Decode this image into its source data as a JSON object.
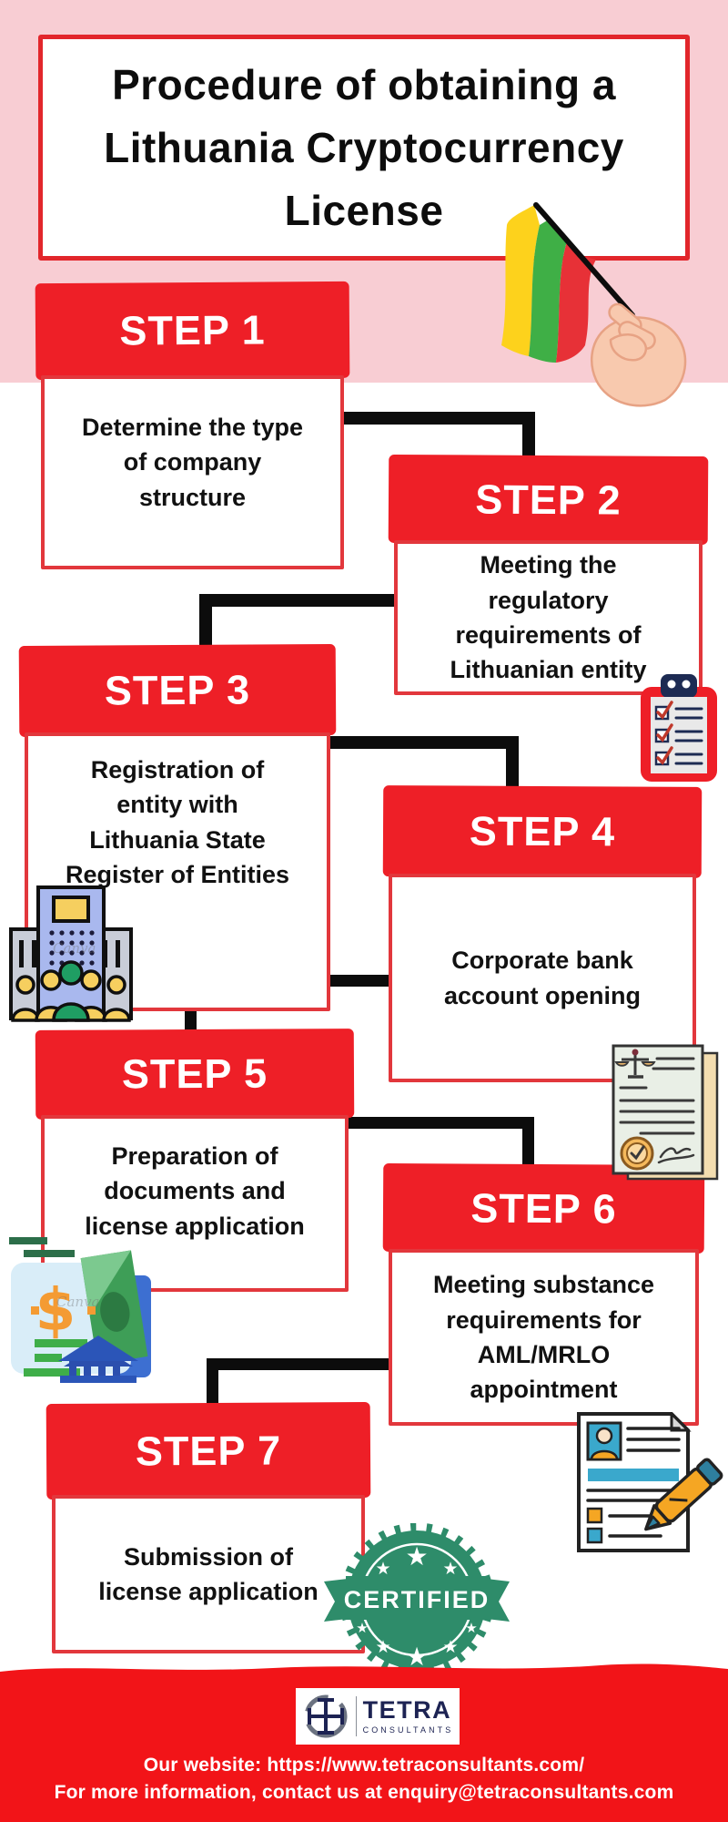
{
  "header": {
    "title": "Procedure of obtaining a\nLithuania Cryptocurrency\nLicense"
  },
  "steps": [
    {
      "label": "STEP 1",
      "text": "Determine the type\nof company\nstructure"
    },
    {
      "label": "STEP 2",
      "text": "Meeting the\nregulatory\nrequirements of\nLithuanian entity"
    },
    {
      "label": "STEP 3",
      "text": "Registration of\nentity with\nLithuania State\nRegister of Entities"
    },
    {
      "label": "STEP 4",
      "text": "Corporate bank\naccount opening"
    },
    {
      "label": "STEP 5",
      "text": "Preparation of\ndocuments and\nlicense application"
    },
    {
      "label": "STEP 6",
      "text": "Meeting substance\nrequirements for\nAML/MRLO\nappointment"
    },
    {
      "label": "STEP 7",
      "text": "Submission of\nlicense application"
    }
  ],
  "badge": {
    "text": "CERTIFIED"
  },
  "icons": {
    "flag": "lithuania-flag held by hand",
    "flag_colors": {
      "yellow": "#fdd21c",
      "green": "#3faf46",
      "red": "#e73137"
    },
    "clipboard": "checklist-clipboard",
    "building": "state-register-building with people",
    "legal_document": "legal-document with scales and seal",
    "money": "finance-documents with dollar, cash and bank",
    "form": "application-form with pen",
    "watermark": "Canva"
  },
  "footer": {
    "brand": "TETRA",
    "brand_sub": "CONSULTANTS",
    "website_line": "Our website: https://www.tetraconsultants.com/",
    "contact_line": "For more information, contact us at enquiry@tetraconsultants.com"
  },
  "colors": {
    "accent_red": "#ee1f27",
    "border_red": "#e2373c",
    "pink": "#f8cdd3",
    "footer_red": "#f21418",
    "connector_black": "#0c0c0c",
    "badge_green": "#2e8c6a",
    "logo_navy": "#1d2353"
  }
}
